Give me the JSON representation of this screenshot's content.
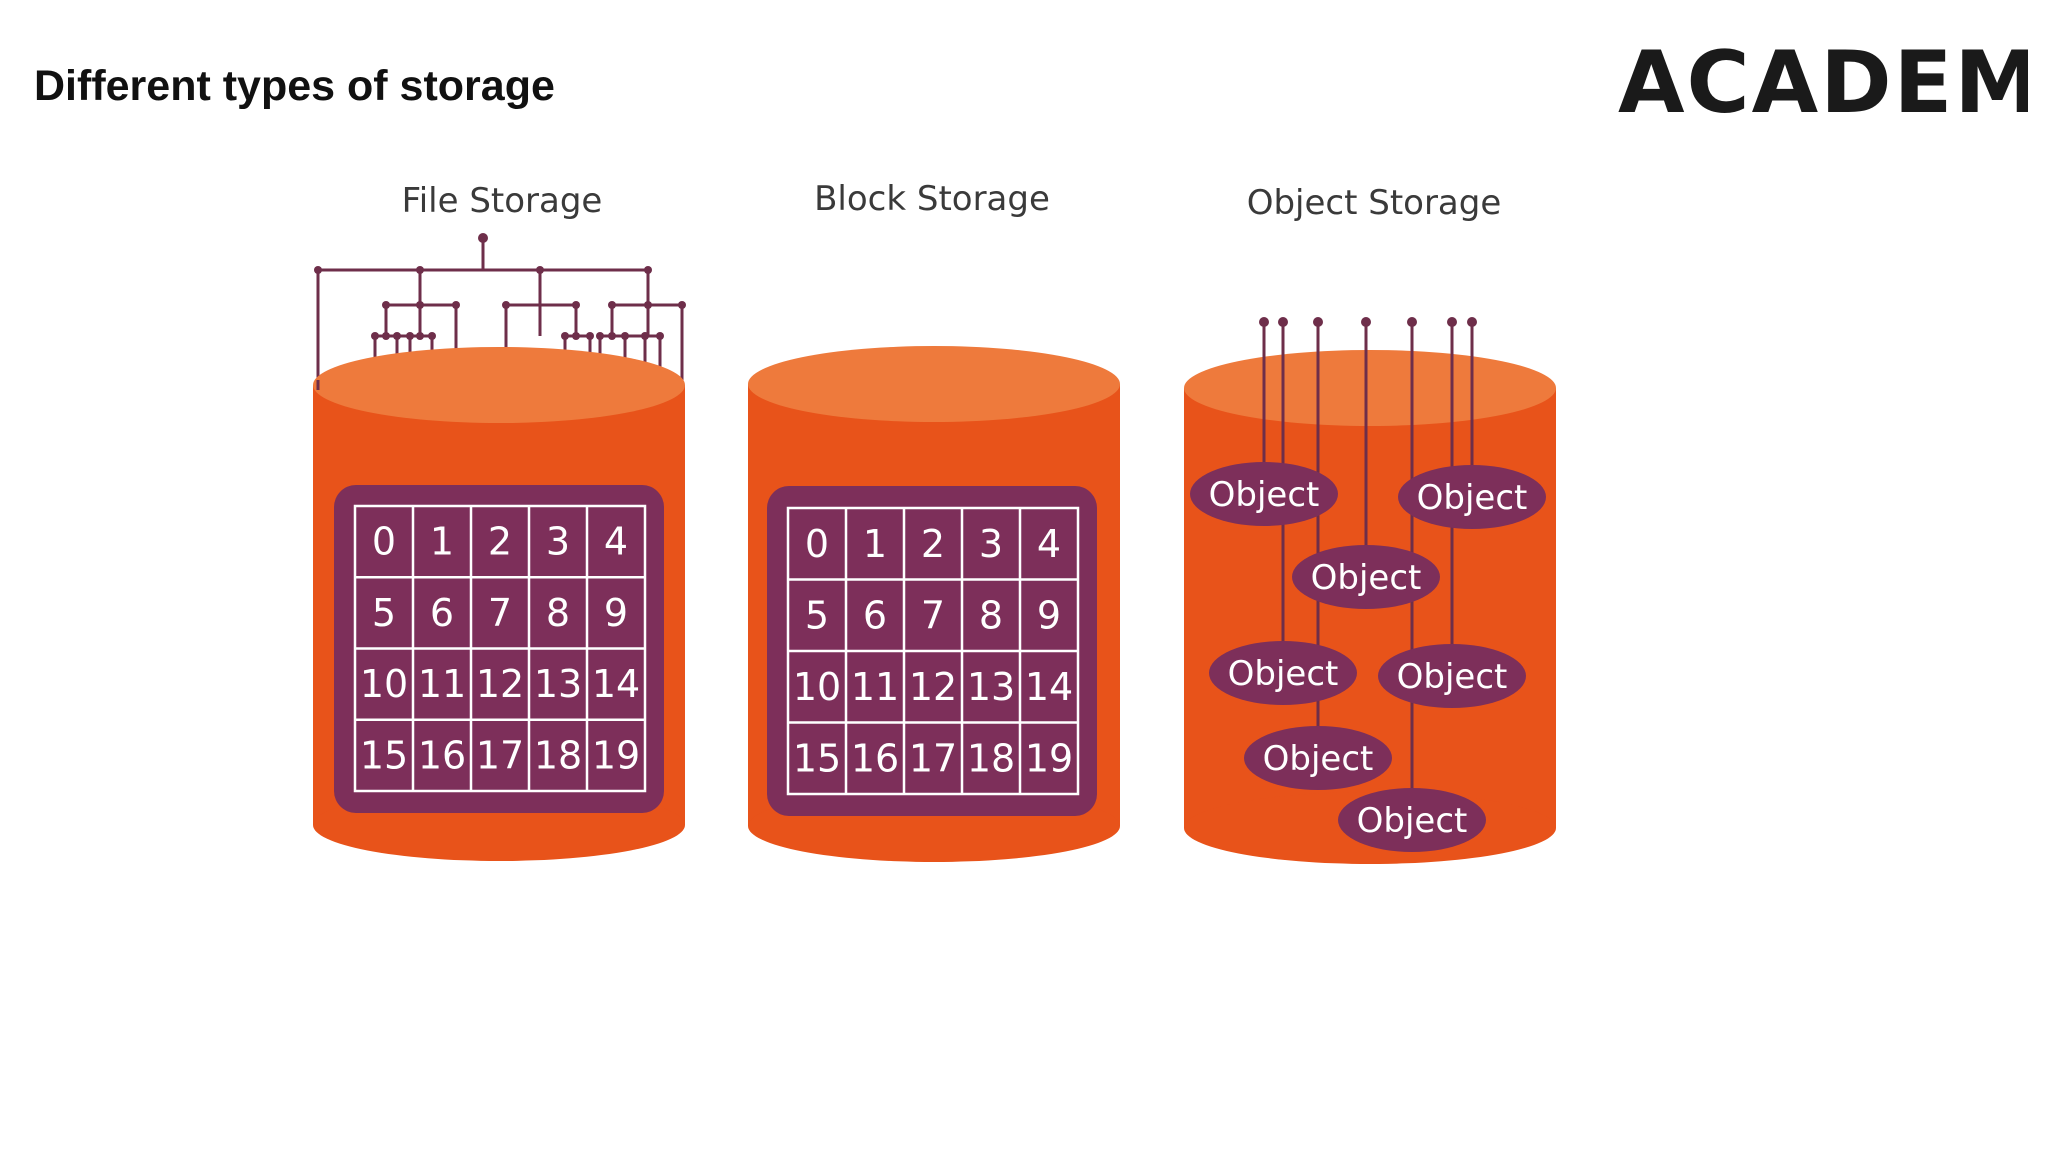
{
  "slide": {
    "title": "Different types of storage"
  },
  "logo": {
    "text": "ACADEMY",
    "colors": {
      "dark": "#1a1a1a",
      "orange": "#f26522",
      "green": "#2e9e47"
    }
  },
  "colors": {
    "cylinder_body": "#e8531a",
    "cylinder_top": "#ee7a3c",
    "plum": "#7d2f5a",
    "tree_line": "#6e2e4a",
    "white": "#ffffff"
  },
  "storages": {
    "file": {
      "label": "File Storage",
      "cells": [
        "0",
        "1",
        "2",
        "3",
        "4",
        "5",
        "6",
        "7",
        "8",
        "9",
        "10",
        "11",
        "12",
        "13",
        "14",
        "15",
        "16",
        "17",
        "18",
        "19"
      ]
    },
    "block": {
      "label": "Block Storage",
      "cells": [
        "0",
        "1",
        "2",
        "3",
        "4",
        "5",
        "6",
        "7",
        "8",
        "9",
        "10",
        "11",
        "12",
        "13",
        "14",
        "15",
        "16",
        "17",
        "18",
        "19"
      ]
    },
    "object": {
      "label": "Object Storage",
      "objects": [
        "Object",
        "Object",
        "Object",
        "Object",
        "Object",
        "Object",
        "Object"
      ]
    }
  }
}
